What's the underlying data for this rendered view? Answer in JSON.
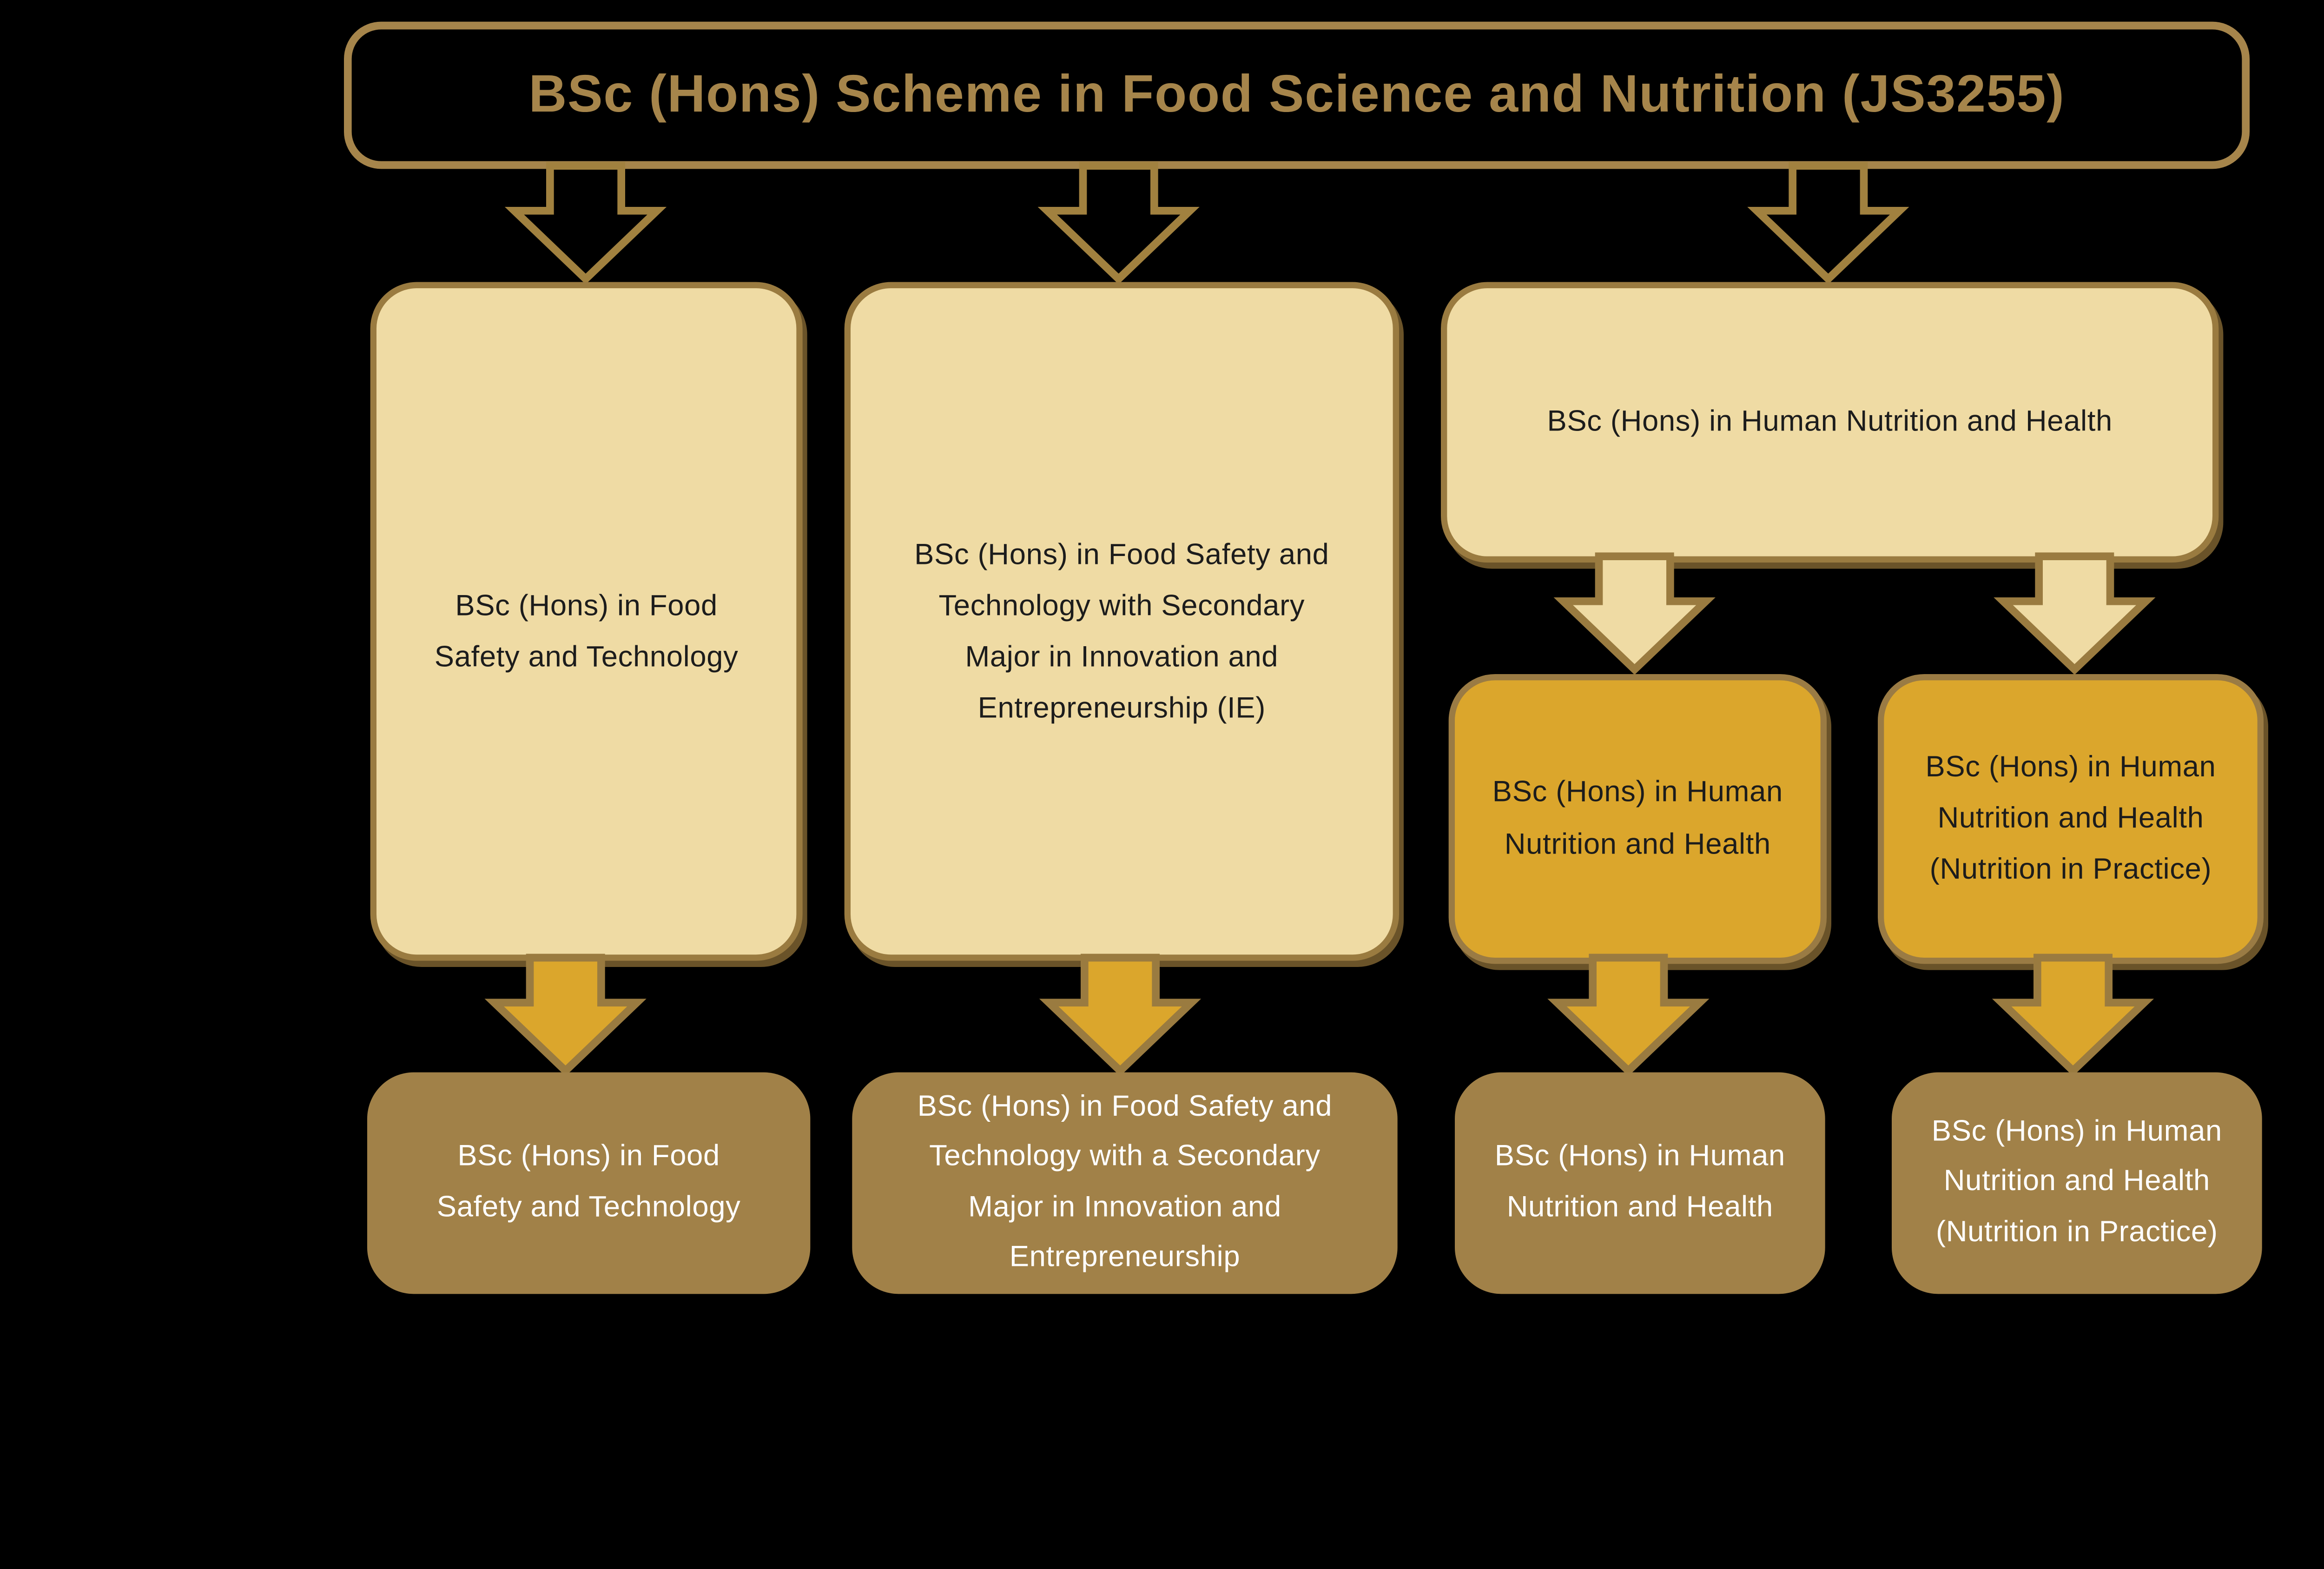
{
  "colors": {
    "background": "#000000",
    "gold_accent": "#A6854B",
    "cream_fill": "#EFDBA4",
    "gold_fill": "#DBA62C",
    "brown_fill": "#A18148",
    "outline_brown": "#9A7B40"
  },
  "scheme": {
    "title": "BSc (Hons) Scheme in Food Science and Nutrition (JS3255)"
  },
  "streams": {
    "fst": "BSc (Hons) in Food\nSafety and Technology",
    "fst_ie": "BSc (Hons) in Food Safety and\nTechnology with Secondary\nMajor in Innovation and\nEntrepreneurship (IE)",
    "hnh": "BSc (Hons) in Human Nutrition and Health"
  },
  "majors": {
    "hnh": "BSc (Hons) in Human\nNutrition and Health",
    "hnh_nip": "BSc (Hons) in Human\nNutrition and Health\n(Nutrition in Practice)"
  },
  "awards": {
    "fst": "BSc (Hons) in Food\nSafety and Technology",
    "fst_ie": "BSc (Hons) in Food Safety and\nTechnology with a Secondary\nMajor in Innovation and\nEntrepreneurship",
    "hnh": "BSc (Hons) in Human\nNutrition and Health",
    "hnh_nip": "BSc (Hons) in Human\nNutrition and Health\n(Nutrition in Practice)"
  }
}
